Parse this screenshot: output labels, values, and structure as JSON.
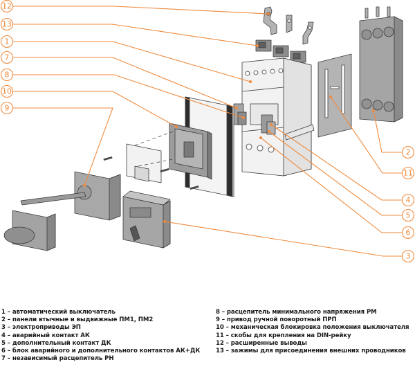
{
  "diagram": {
    "title": "Exploded view of circuit breaker assembly with accessories",
    "accent_color": "#f08a3c",
    "part_color": "#a9a9a9",
    "callouts_left": [
      "12",
      "13",
      "1",
      "7",
      "8",
      "10",
      "9"
    ],
    "callouts_right": [
      "2",
      "11",
      "4",
      "5",
      "6",
      "3"
    ]
  },
  "legend": {
    "left": [
      "1 – автоматический выключатель",
      "2 – панели втычные и выдвижные ПМ1, ПМ2",
      "3 – электроприводы ЭП",
      "4 – аварийный контакт АК",
      "5 – дополнительный контакт ДК",
      "6 – блок аварийного и дополнительного контактов АК+ДК",
      "7 – независимый расцепитель РН"
    ],
    "right": [
      "8 – расцепитель минимального напряжения РМ",
      "9 – привод ручной поворотный ПРП",
      "10 – механическая блокировка положения выключателя",
      "11 – скобы для крепления на DIN-рейку",
      "12 – расширенные выводы",
      "13 – зажимы для присоединения внешних проводников"
    ]
  }
}
